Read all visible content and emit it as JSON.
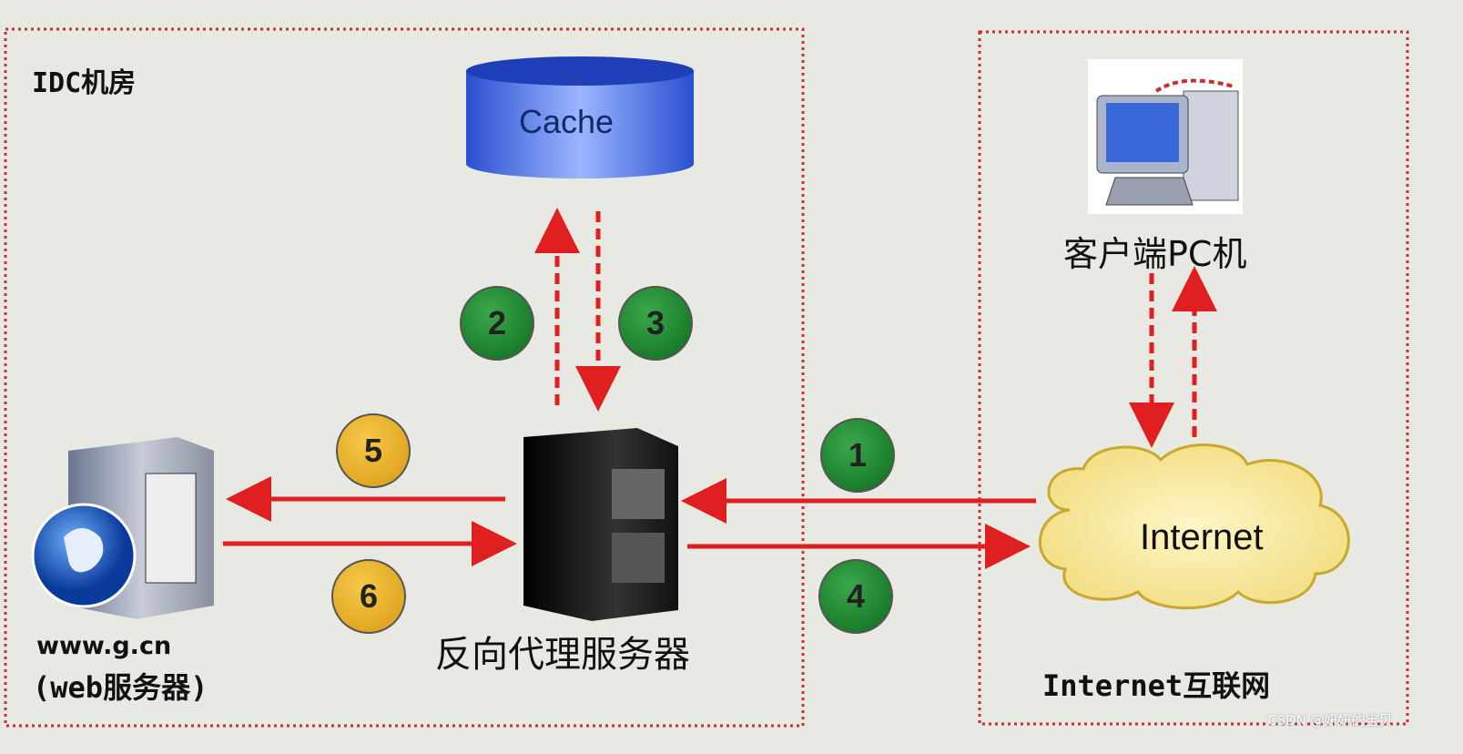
{
  "regions": {
    "idc": "IDC机房",
    "internet": "Internet互联网"
  },
  "nodes": {
    "cache": "Cache",
    "client": "客户端PC机",
    "internet_cloud": "Internet",
    "proxy": "反向代理服务器",
    "web_host": "www.g.cn",
    "web_role": "(web服务器)"
  },
  "steps": [
    "1",
    "2",
    "3",
    "4",
    "5",
    "6"
  ],
  "watermark": "CSDN @妍妍的宝贝",
  "colors": {
    "arrow": "#e02020",
    "border": "#c83030",
    "step_green": "#117a25",
    "step_orange": "#e6a81e"
  }
}
